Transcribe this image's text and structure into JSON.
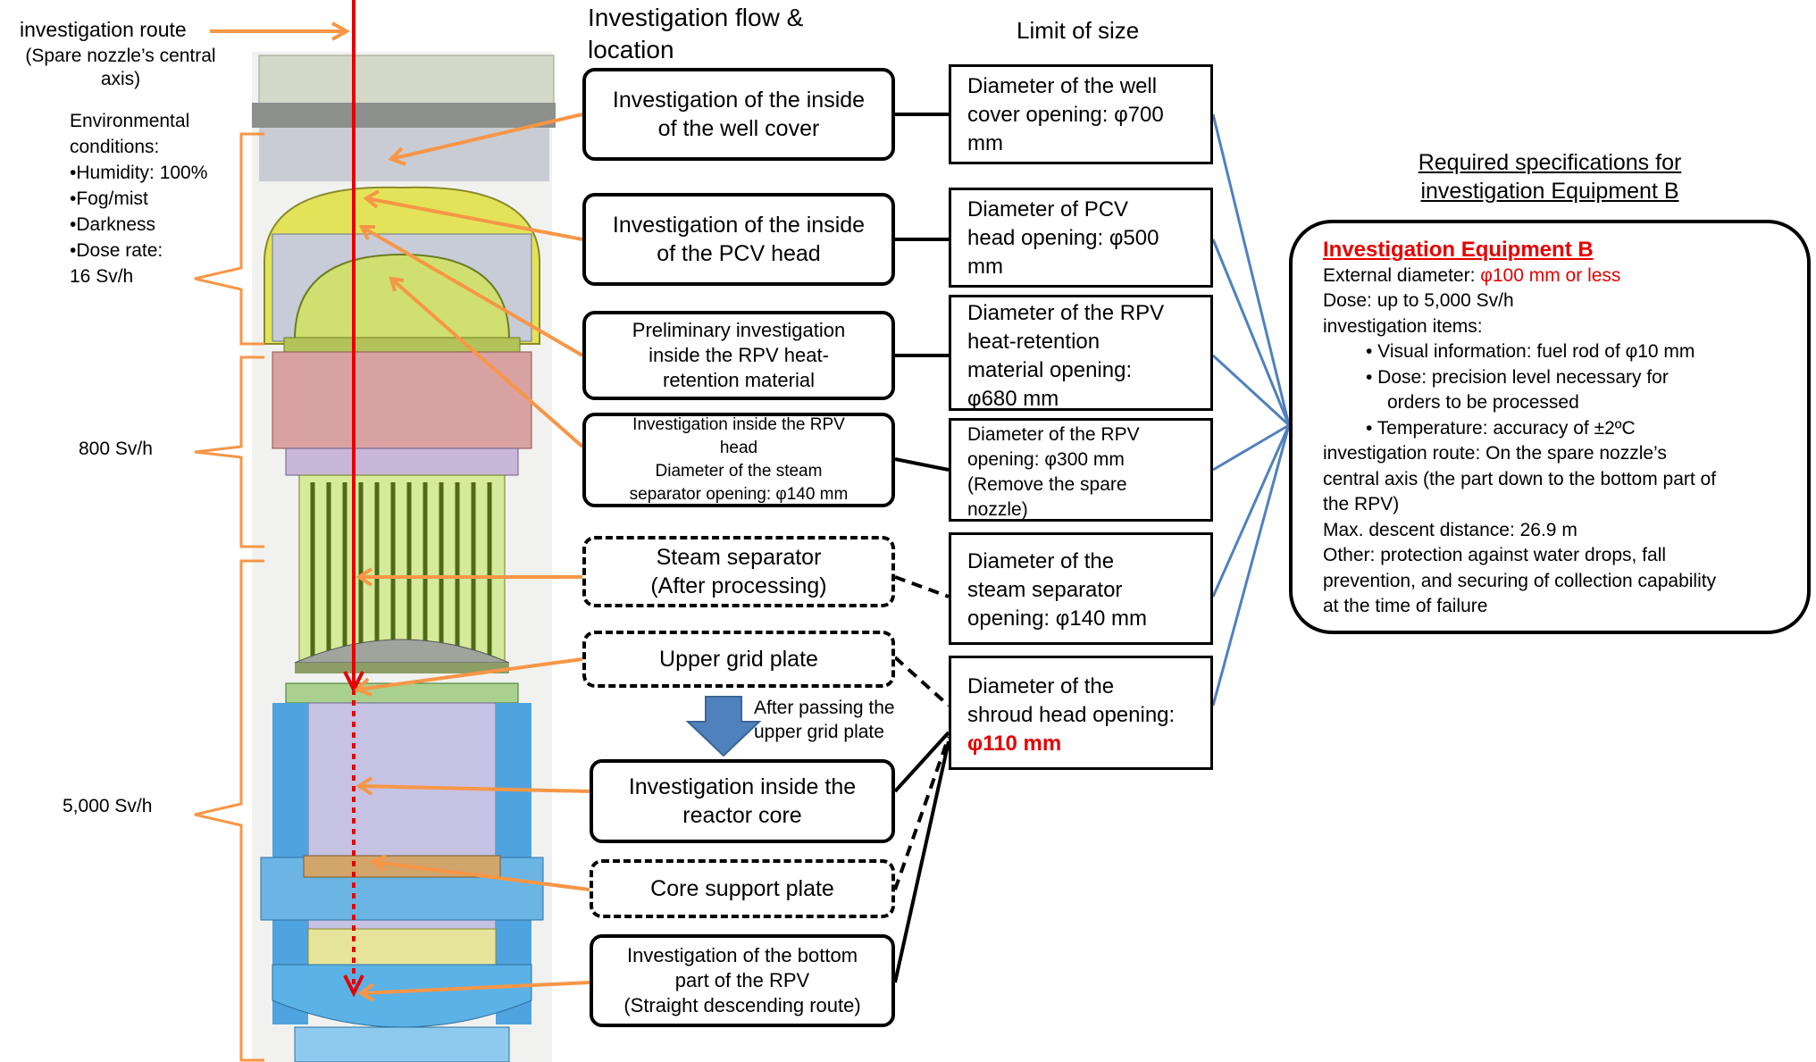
{
  "route_label": [
    "investigation route",
    "(Spare nozzle’s central",
    "axis)"
  ],
  "env_label": [
    "Environmental",
    "conditions:",
    "•Humidity: 100%",
    "•Fog/mist",
    "•Darkness",
    "•Dose rate:",
    "16 Sv/h"
  ],
  "dose_800": "800 Sv/h",
  "dose_5000": "5,000 Sv/h",
  "flow_heading": [
    "Investigation flow &",
    "location"
  ],
  "limit_heading": "Limit of size",
  "spec_heading": [
    "Required specifications for",
    "investigation Equipment B"
  ],
  "flow": [
    {
      "lines": [
        "Investigation of the inside",
        "of the well cover"
      ]
    },
    {
      "lines": [
        "Investigation of the inside",
        "of the PCV head"
      ]
    },
    {
      "lines": [
        "Preliminary investigation",
        "inside the RPV heat-",
        "retention material"
      ]
    },
    {
      "lines": [
        "Investigation inside the RPV",
        "head",
        "Diameter of the steam",
        "separator opening: φ140 mm"
      ]
    },
    {
      "lines": [
        "Steam separator",
        "(After processing)"
      ]
    },
    {
      "lines": [
        "Upper grid plate"
      ]
    },
    {
      "lines": [
        "Investigation inside the",
        "reactor core"
      ]
    },
    {
      "lines": [
        "Core support plate"
      ]
    },
    {
      "lines": [
        "Investigation of the bottom",
        "part of the RPV",
        "(Straight descending route)"
      ]
    }
  ],
  "arrow_note": [
    "After passing the",
    "upper grid plate"
  ],
  "limits": [
    {
      "lines": [
        "Diameter of the well",
        "cover opening: φ700",
        "mm"
      ]
    },
    {
      "lines": [
        "Diameter of PCV",
        "head opening: φ500",
        "mm"
      ]
    },
    {
      "lines": [
        "Diameter of the RPV",
        "heat-retention",
        "material opening:",
        "φ680 mm"
      ]
    },
    {
      "lines": [
        "Diameter of the RPV",
        "opening: φ300 mm",
        "(Remove the spare",
        "nozzle)"
      ]
    },
    {
      "lines": [
        "Diameter of the",
        "steam separator",
        "opening: φ140 mm"
      ]
    },
    {
      "lines": [
        "Diameter of the",
        "shroud head opening:"
      ],
      "highlight": "φ110 mm"
    }
  ],
  "spec": {
    "title": "Investigation Equipment B",
    "ext_diam_label": "External diameter: ",
    "ext_diam_value": "φ100 mm or less",
    "dose": "Dose: up to 5,000 Sv/h",
    "items_label": "investigation items:",
    "items": [
      "• Visual information: fuel rod of φ10 mm",
      "• Dose: precision level necessary for",
      "orders to be processed",
      "• Temperature: accuracy of ±2ºC"
    ],
    "route": [
      "investigation route: On the spare nozzle’s",
      "central axis (the part down to the bottom part of",
      "the RPV)"
    ],
    "descent": "Max. descent distance: 26.9 m",
    "other": [
      "Other: protection against water drops, fall",
      "prevention, and securing of collection capability",
      "at the time of failure"
    ]
  },
  "colors": {
    "route_arrow": "#e60000",
    "pointer": "#f79646",
    "connector": "#4f81bd",
    "flow_arrow": "#4f81bd"
  }
}
